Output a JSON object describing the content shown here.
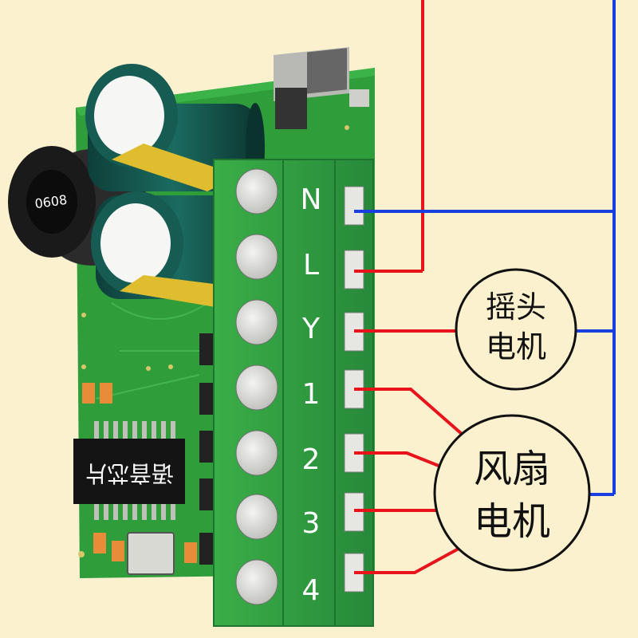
{
  "terminals": [
    {
      "label": "N"
    },
    {
      "label": "L"
    },
    {
      "label": "Y"
    },
    {
      "label": "1"
    },
    {
      "label": "2"
    },
    {
      "label": "3"
    },
    {
      "label": "4"
    }
  ],
  "capacitor_marking": "0608",
  "chip_marking": "语音芯片",
  "resistor_marking": "0608",
  "motors": {
    "swing": {
      "line1": "摇头",
      "line2": "电机"
    },
    "fan": {
      "line1": "风扇",
      "line2": "电机"
    }
  },
  "colors": {
    "live_wire": "#e8141c",
    "neutral_wire": "#1a3fe0",
    "pcb": "#2f9e3a",
    "terminal_block": "#2e9b3a",
    "background": "#fbf1cf"
  }
}
